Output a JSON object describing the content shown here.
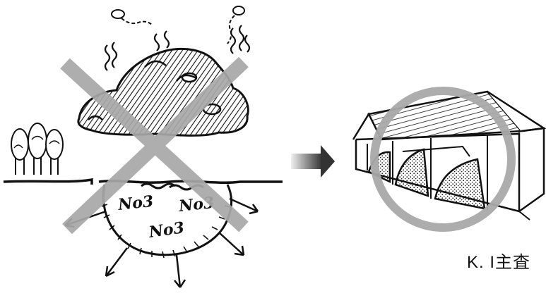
{
  "labels": {
    "no3_a": "No3",
    "no3_b": "No3",
    "no3_c": "No3"
  },
  "credit": "K. I主査",
  "colors": {
    "ink": "#111111",
    "cross": "#a8a8a8",
    "circle": "#a9a9a9",
    "arrow_dark": "#444444",
    "arrow_light": "#e0e0e0"
  },
  "icons": {
    "prohibited": "cross-mark-icon",
    "transition": "right-arrow-icon",
    "highlight": "circle-highlight-icon"
  }
}
